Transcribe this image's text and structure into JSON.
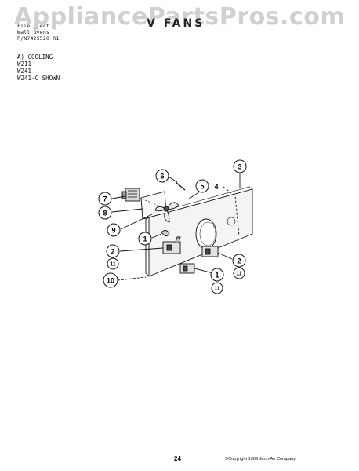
{
  "header": {
    "line1": "File  _  ect",
    "line2": "Wall Ovens",
    "line3": "P/N7425520 R1"
  },
  "title": "V  FANS",
  "watermark": "AppliancePartsPros.com",
  "models": {
    "line1": "A) COOLING",
    "line2": "W211",
    "line3": "W241",
    "line4": "W241-C SHOWN"
  },
  "callouts": {
    "c3": "3",
    "c4": "4",
    "c5": "5",
    "c6": "6",
    "c7": "7",
    "c8": "8",
    "c9": "9",
    "c1a": "1",
    "c2a": "2",
    "c11a": "11",
    "c10": "10",
    "c2b": "2",
    "c11b": "11",
    "c1b": "1",
    "c11c": "11"
  },
  "footer": {
    "page_number": "24",
    "copyright": "©Copyright 1989 Jenn-Air Company"
  }
}
